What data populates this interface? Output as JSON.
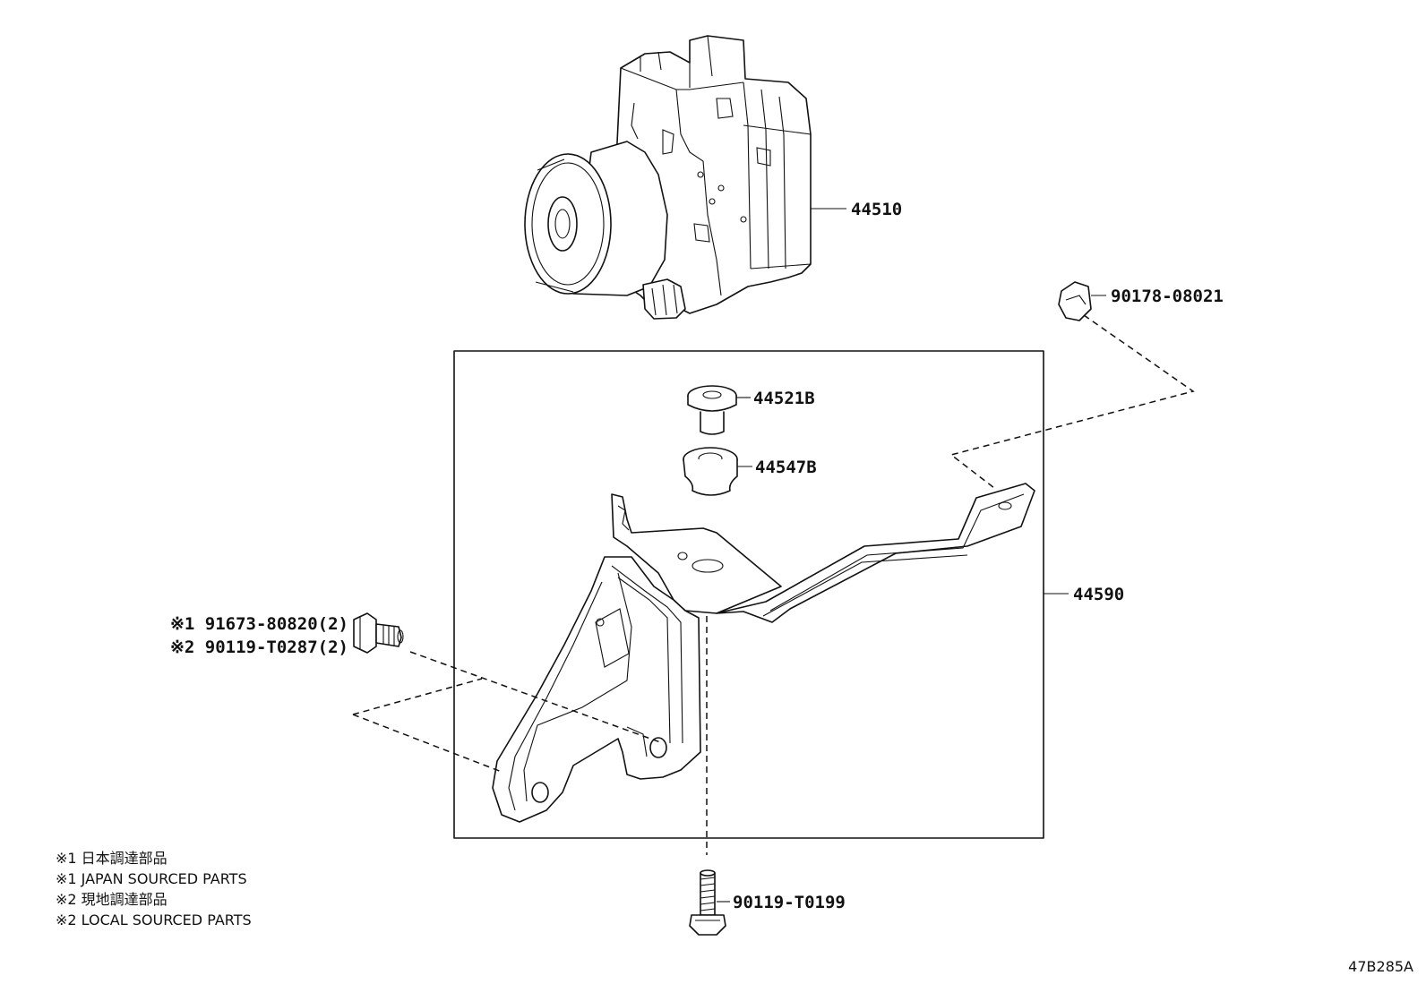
{
  "parts": {
    "p44510": "44510",
    "p9017808021": "90178-08021",
    "p44521B": "44521B",
    "p44547B": "44547B",
    "p44590": "44590",
    "bolt1": "※1 91673-80820(2)",
    "bolt2": "※2 90119-T0287(2)",
    "p90119T0199": "90119-T0199"
  },
  "notes": [
    "※1 日本調達部品",
    "※1 JAPAN SOURCED PARTS",
    "※2 現地調達部品",
    "※2 LOCAL SOURCED PARTS"
  ],
  "diagram_code": "47B285A"
}
